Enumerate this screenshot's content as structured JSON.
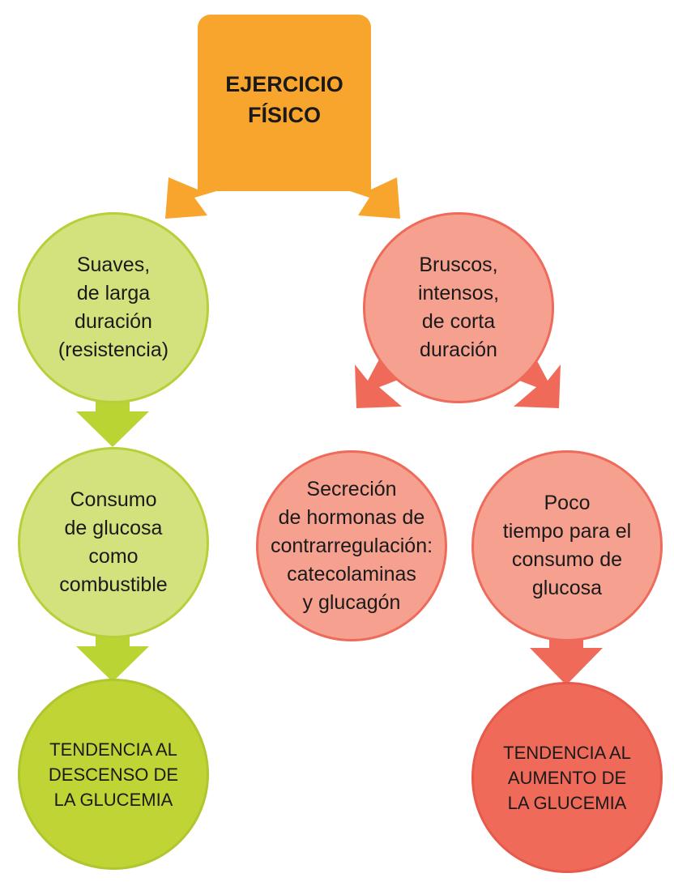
{
  "colors": {
    "orange": "#f7a52c",
    "green_light": "#d3e27d",
    "green_dark": "#c0d436",
    "green_arrow": "#bad434",
    "salmon_light": "#f6a08f",
    "salmon_dark": "#f06a5a",
    "salmon_arrow": "#f06a5a"
  },
  "nodes": {
    "top": {
      "text": "EJERCICIO\nFÍSICO"
    },
    "suaves": {
      "text": "Suaves,\nde larga\nduración\n(resistencia)"
    },
    "bruscos": {
      "text": "Bruscos,\nintensos,\nde corta\nduración"
    },
    "consumo": {
      "text": "Consumo\nde glucosa\ncomo\ncombustible"
    },
    "secrecion": {
      "text": "Secreción\nde hormonas de\ncontrarregulación:\ncatecolaminas\ny glucagón"
    },
    "poco": {
      "text": "Poco\ntiempo para el\nconsumo de\nglucosa"
    },
    "tendencia_descenso": {
      "text": "TENDENCIA AL\nDESCENSO DE\nLA GLUCEMIA"
    },
    "tendencia_aumento": {
      "text": "TENDENCIA AL\nAUMENTO DE\nLA GLUCEMIA"
    }
  }
}
